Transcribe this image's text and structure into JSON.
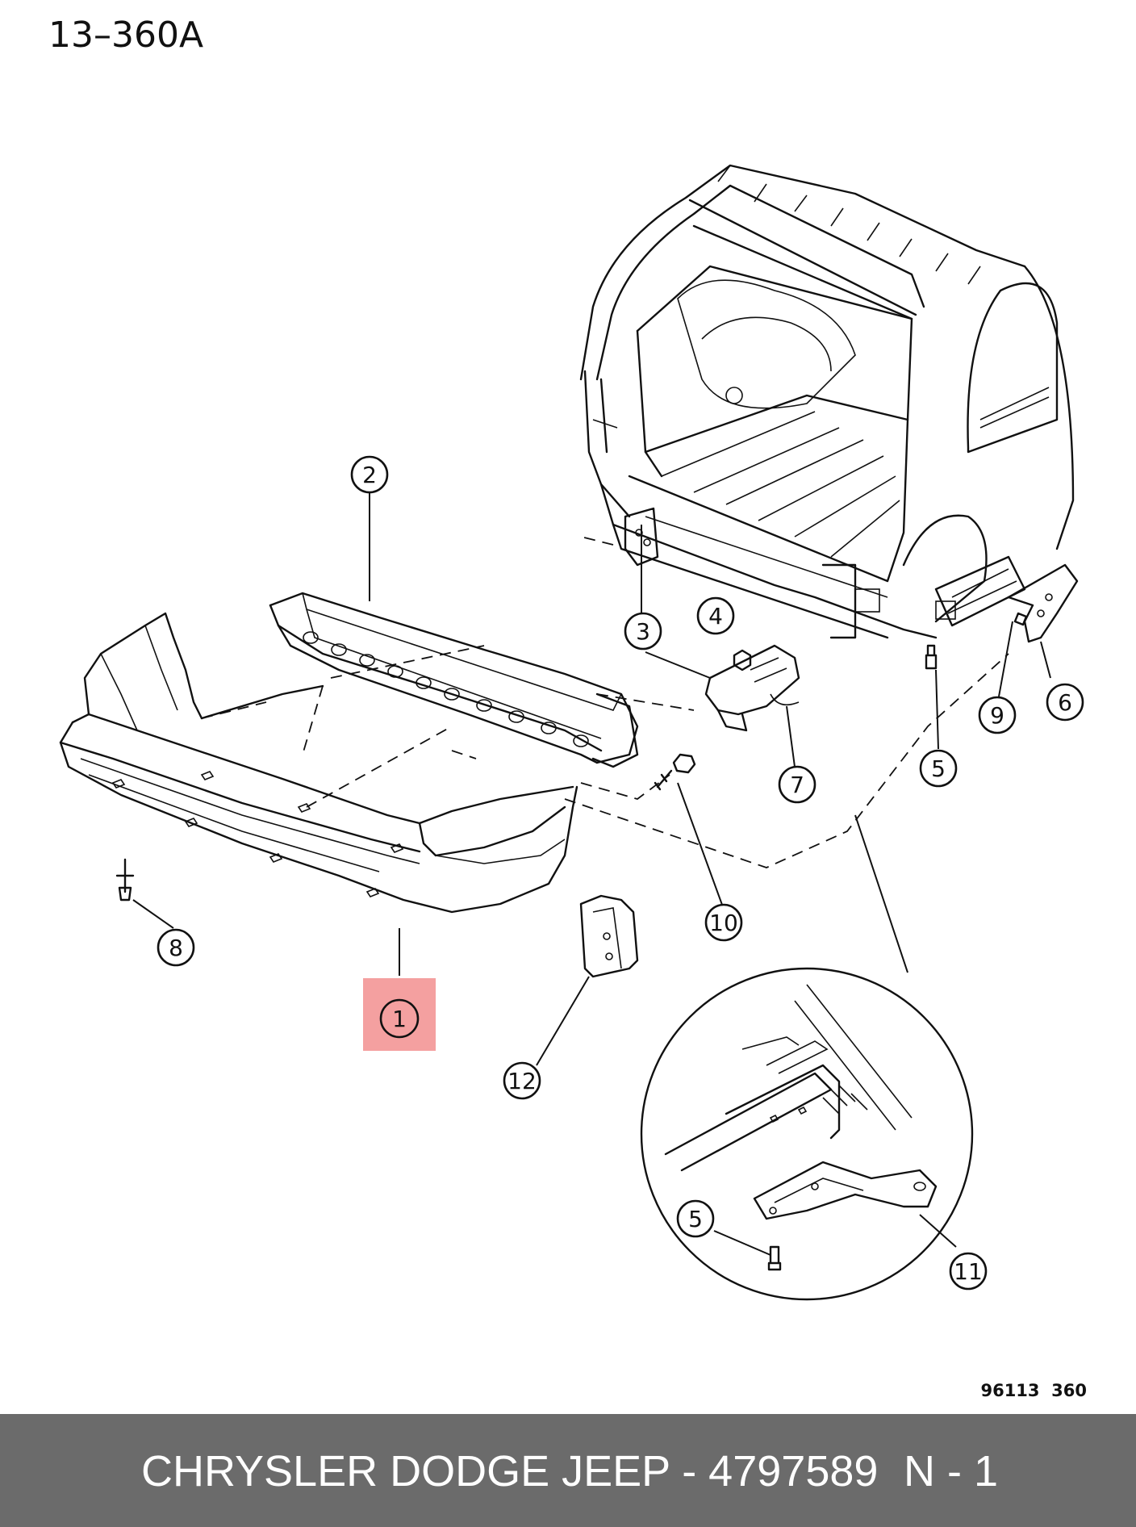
{
  "diagram": {
    "figure_number": "13–360A",
    "drawing_code": "96113  360",
    "highlight_color": "#f08080",
    "callouts": [
      "1",
      "2",
      "3",
      "4",
      "5",
      "6",
      "7",
      "8",
      "9",
      "10",
      "11",
      "12",
      "5"
    ],
    "highlighted_callout": "1"
  },
  "footer": {
    "part_text": "CHRYSLER DODGE JEEP - 4797589",
    "page_text": "N - 1",
    "background": "#6b6b6b"
  }
}
